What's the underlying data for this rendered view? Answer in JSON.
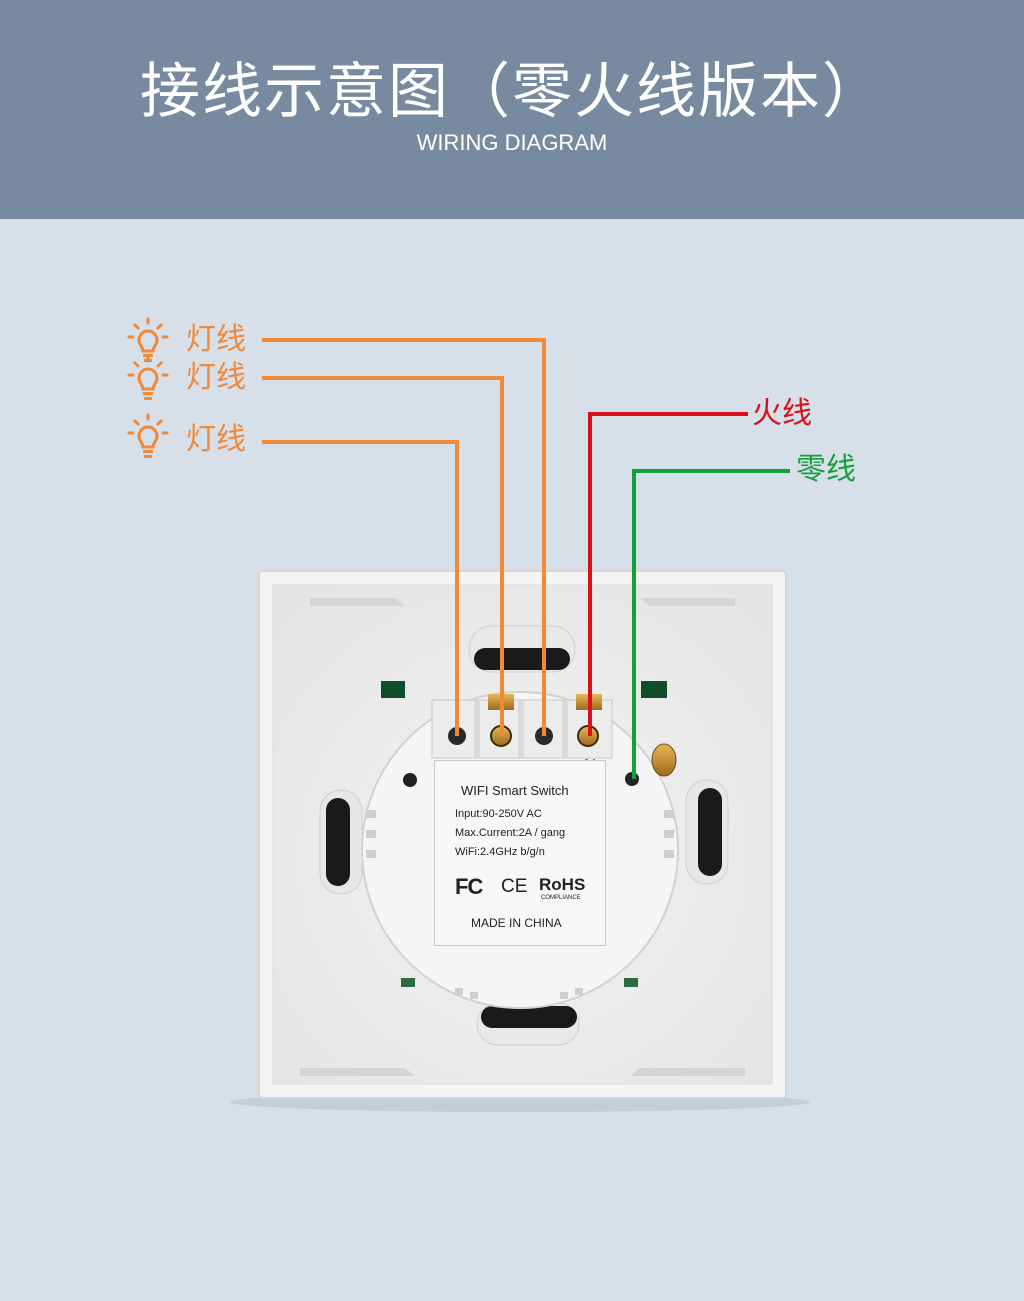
{
  "header": {
    "title": "接线示意图（零火线版本）",
    "subtitle": "WIRING DIAGRAM"
  },
  "wires": {
    "lamp_1": "灯线",
    "lamp_2": "灯线",
    "lamp_3": "灯线",
    "live": "火线",
    "neutral": "零线"
  },
  "terminal": {
    "n_mark": "N"
  },
  "product_label": {
    "name": "WIFI Smart Switch",
    "input": "Input:90-250V AC",
    "current": "Max.Current:2A / gang",
    "wifi": "WiFi:2.4GHz b/g/n",
    "fc": "FC",
    "ce": "CE",
    "rohs": "RoHS",
    "rohs_sub": "COMPLIANCE",
    "origin": "MADE IN CHINA"
  },
  "colors": {
    "header_bg": "#778a9f",
    "page_bg": "#d7e0e8",
    "lamp_wire": "#f0893a",
    "live_wire": "#d8111a",
    "neutral_wire": "#15a03c"
  }
}
